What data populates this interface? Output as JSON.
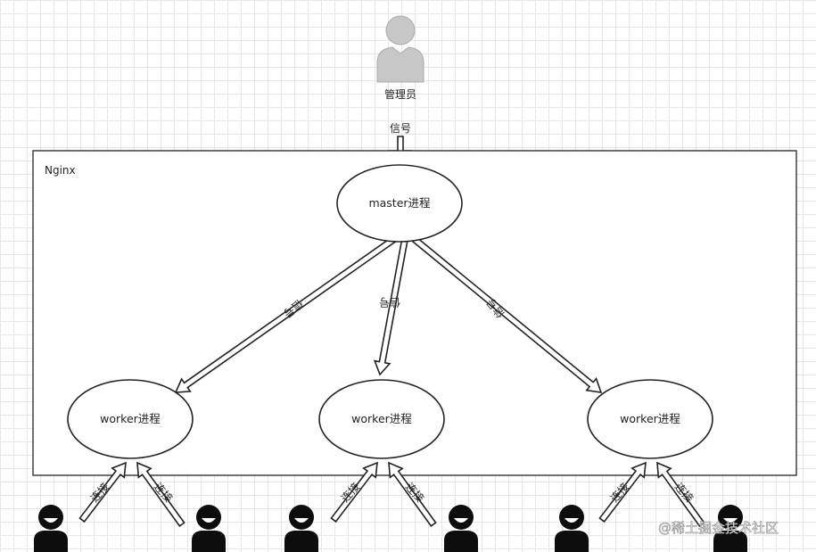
{
  "admin": {
    "label": "管理员",
    "signal_label": "信号"
  },
  "container": {
    "label": "Nginx"
  },
  "master": {
    "label": "master进程"
  },
  "workers": [
    {
      "label": "worker进程",
      "signal_label": "信号",
      "conn_left": "连接",
      "conn_right": "连接"
    },
    {
      "label": "worker进程",
      "signal_label": "信号",
      "conn_left": "连接",
      "conn_right": "连接"
    },
    {
      "label": "worker进程",
      "signal_label": "信号",
      "conn_left": "连接",
      "conn_right": "连接"
    }
  ],
  "watermark": "@稀土掘金技术社区"
}
